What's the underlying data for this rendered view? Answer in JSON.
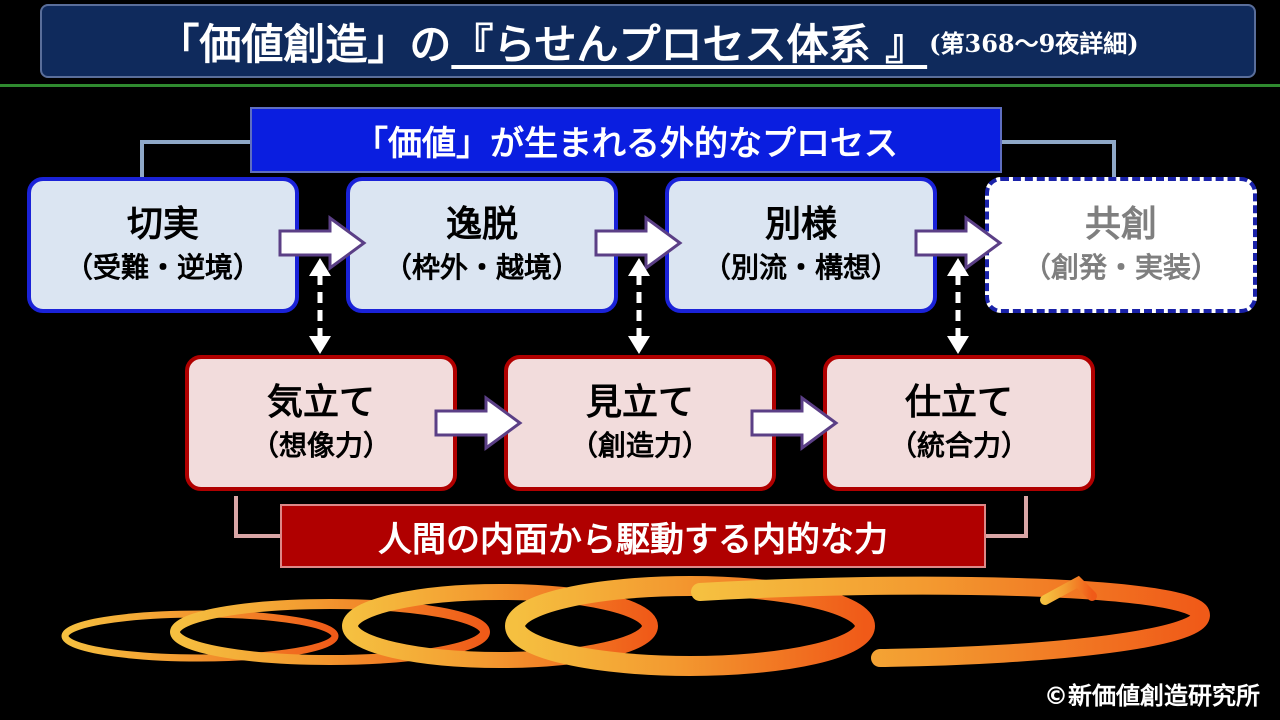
{
  "title": {
    "main_open": "「価値創造」の",
    "main_underlined": "『らせんプロセス体系 』",
    "sub": "(第368～9夜詳細)"
  },
  "outer_label": "「価値」が生まれる外的なプロセス",
  "inner_label": "人間の内面から駆動する内的な力",
  "outer_steps": [
    {
      "name": "切実",
      "sub": "（受難・逆境）"
    },
    {
      "name": "逸脱",
      "sub": "（枠外・越境）"
    },
    {
      "name": "別様",
      "sub": "（別流・構想）"
    },
    {
      "name": "共創",
      "sub": "（創発・実装）"
    }
  ],
  "inner_steps": [
    {
      "name": "気立て",
      "sub": "（想像力）"
    },
    {
      "name": "見立て",
      "sub": "（創造力）"
    },
    {
      "name": "仕立て",
      "sub": "（統合力）"
    }
  ],
  "copyright": "©新価値創造研究所",
  "colors": {
    "title_bg": "#0f2a5c",
    "outer_label_bg": "#0a1ee0",
    "inner_label_bg": "#b00000",
    "outer_box_fill": "#dbe5f2",
    "inner_box_fill": "#f2dcdc",
    "spiral_orange": "#f07020",
    "spiral_yellow": "#f5c040"
  }
}
